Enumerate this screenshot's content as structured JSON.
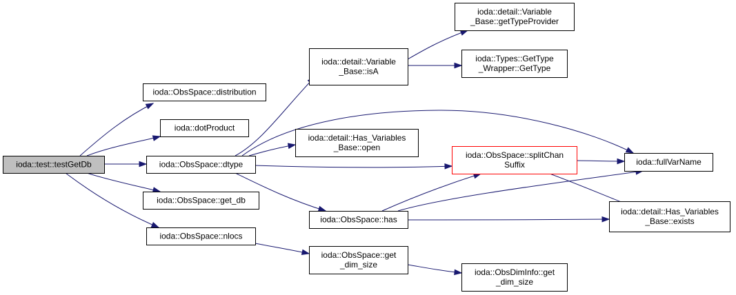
{
  "graph": {
    "colors": {
      "edge": "#191970",
      "root_fill": "#bfbfbf",
      "highlight_border": "#ff0000",
      "node_border": "#000000"
    },
    "nodes": {
      "testGetDb": {
        "lines": [
          "ioda::test::testGetDb"
        ],
        "style": "root"
      },
      "distribution": {
        "lines": [
          "ioda::ObsSpace::distribution"
        ]
      },
      "dotProduct": {
        "lines": [
          "ioda::dotProduct"
        ]
      },
      "dtype": {
        "lines": [
          "ioda::ObsSpace::dtype"
        ]
      },
      "get_db": {
        "lines": [
          "ioda::ObsSpace::get_db"
        ]
      },
      "nlocs": {
        "lines": [
          "ioda::ObsSpace::nlocs"
        ]
      },
      "isA": {
        "lines": [
          "ioda::detail::Variable",
          "_Base::isA"
        ]
      },
      "open": {
        "lines": [
          "ioda::detail::Has_Variables",
          "_Base::open"
        ]
      },
      "has": {
        "lines": [
          "ioda::ObsSpace::has"
        ]
      },
      "get_dim_size": {
        "lines": [
          "ioda::ObsSpace::get",
          "_dim_size"
        ]
      },
      "getTypeProvider": {
        "lines": [
          "ioda::detail::Variable",
          "_Base::getTypeProvider"
        ]
      },
      "GetType": {
        "lines": [
          "ioda::Types::GetType",
          "_Wrapper::GetType"
        ]
      },
      "splitChanSuffix": {
        "lines": [
          "ioda::ObsSpace::splitChan",
          "Suffix"
        ],
        "style": "red"
      },
      "obsdim_get_dim_size": {
        "lines": [
          "ioda::ObsDimInfo::get",
          "_dim_size"
        ]
      },
      "fullVarName": {
        "lines": [
          "ioda::fullVarName"
        ]
      },
      "exists": {
        "lines": [
          "ioda::detail::Has_Variables",
          "_Base::exists"
        ]
      }
    },
    "edges": [
      [
        "testGetDb",
        "distribution"
      ],
      [
        "testGetDb",
        "dotProduct"
      ],
      [
        "testGetDb",
        "dtype"
      ],
      [
        "testGetDb",
        "get_db"
      ],
      [
        "testGetDb",
        "nlocs"
      ],
      [
        "dtype",
        "isA"
      ],
      [
        "dtype",
        "fullVarName"
      ],
      [
        "dtype",
        "open"
      ],
      [
        "dtype",
        "splitChanSuffix"
      ],
      [
        "dtype",
        "has"
      ],
      [
        "isA",
        "getTypeProvider"
      ],
      [
        "isA",
        "GetType"
      ],
      [
        "has",
        "splitChanSuffix"
      ],
      [
        "has",
        "fullVarName"
      ],
      [
        "has",
        "exists"
      ],
      [
        "splitChanSuffix",
        "fullVarName"
      ],
      [
        "splitChanSuffix",
        "exists"
      ],
      [
        "nlocs",
        "get_dim_size"
      ],
      [
        "get_dim_size",
        "obsdim_get_dim_size"
      ]
    ]
  }
}
